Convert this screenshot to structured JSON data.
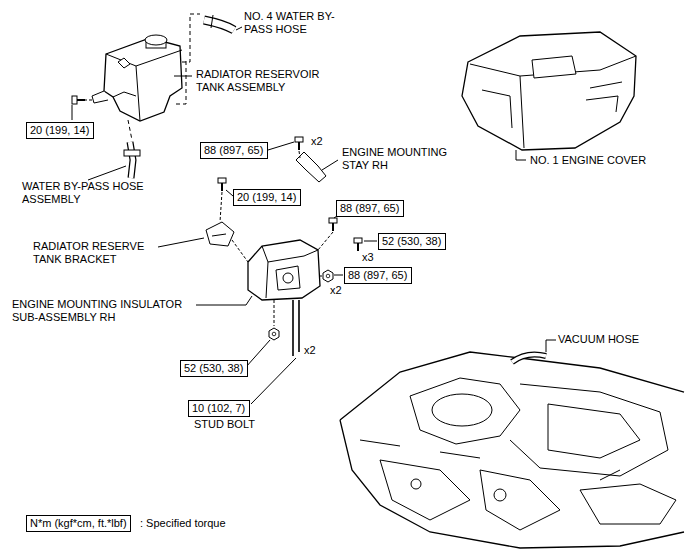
{
  "diagram": {
    "nodes": [
      {
        "text": [
          "20 (199, 14)"
        ]
      },
      {
        "text": [
          "88 (897, 65)"
        ]
      },
      {
        "text": [
          "20 (199, 14)"
        ]
      },
      {
        "text": [
          "88 (897, 65)"
        ]
      },
      {
        "text": [
          "52 (530, 38)"
        ]
      },
      {
        "text": [
          "88 (897, 65)"
        ]
      },
      {
        "text": [
          "52 (530, 38)"
        ]
      },
      {
        "text": [
          "10 (102, 7)"
        ]
      },
      {
        "text": [
          "N*m (kgf*cm, ft.*lbf)"
        ]
      }
    ],
    "labels": [
      "NO. 4 WATER BY-PASS HOSE",
      "RADIATOR RESERVOIR TANK ASSEMBLY",
      "NO. 1 ENGINE COVER",
      "x2",
      "ENGINE MOUNTING STAY RH",
      "WATER BY-PASS HOSE ASSEMBLY",
      "RADIATOR RESERVE TANK BRACKET",
      "x3",
      "x2",
      "ENGINE MOUNTING INSULATOR SUB-ASSEMBLY RH",
      "VACUUM HOSE",
      "x2",
      "STUD BOLT"
    ],
    "legend": [
      {
        "text": ": Specified torque"
      }
    ]
  }
}
